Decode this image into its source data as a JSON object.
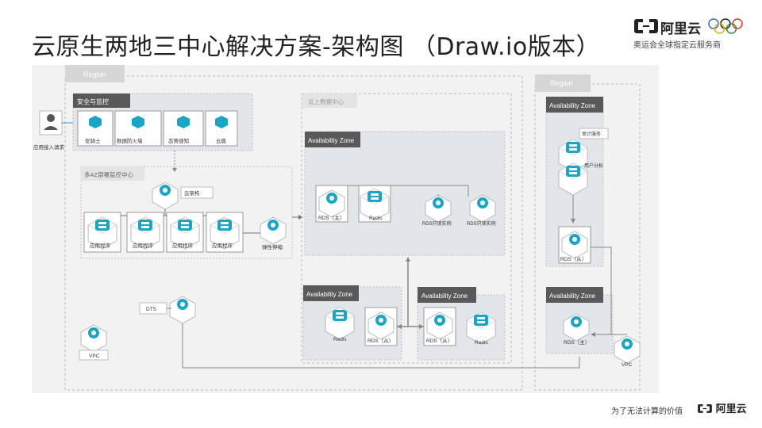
{
  "header": {
    "title": "云原生两地三中心解决方案-架构图 （Draw.io版本）",
    "brand_name": "阿里云",
    "brand_sub": "奥运会全球指定云服务商"
  },
  "footer": {
    "slogan": "为了无法计算的价值",
    "brand": "阿里云"
  },
  "diagram": {
    "region_left": "Region",
    "region_right": "Region",
    "user_label": "应用接入请求",
    "security_group": "安全与监控",
    "security_items": [
      "安骑士",
      "数据防火墙",
      "态势感知",
      "云盾"
    ],
    "monitor_center": "多AZ部署监控中心",
    "cloud_architecture": "云架构",
    "app_nodes": [
      "应用程序",
      "应用程序",
      "应用程序",
      "应用程序"
    ],
    "elastic_node": "弹性伸缩",
    "cloud_dc": "云上数据中心",
    "az_label": "Availability Zone",
    "az1_nodes": [
      "RDS（主）",
      "Redis",
      "RDS只读实例",
      "RDS只读实例"
    ],
    "az2_nodes": [
      "Redis",
      "RDS（从）"
    ],
    "az3_nodes": [
      "RDS（从）",
      "Redis"
    ],
    "right_top_nodes": [
      "审计服务",
      "用户分析",
      "RDS（从）"
    ],
    "right_bottom_nodes": [
      "RDS（主）"
    ],
    "dts_label": "DTS",
    "vpc_left": "VPC",
    "vpc_right": "VPC"
  }
}
